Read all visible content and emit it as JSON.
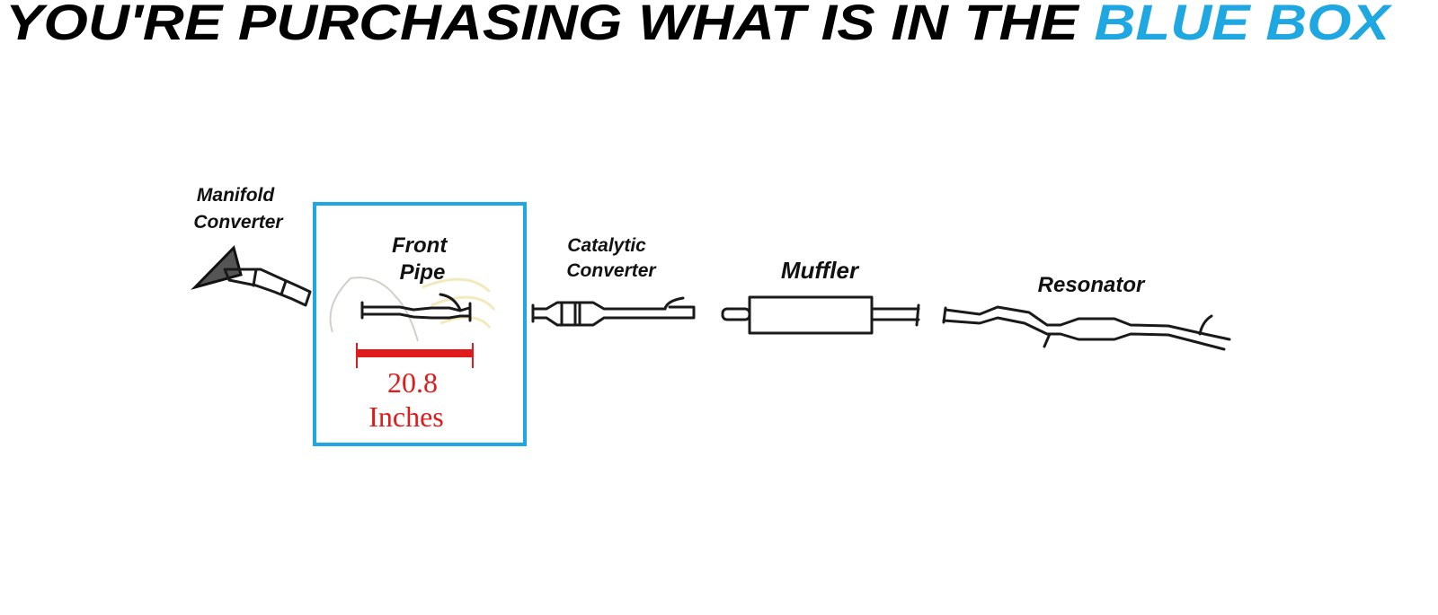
{
  "header": {
    "title_main": "YOU'RE PURCHASING WHAT IS IN THE ",
    "title_highlight": "BLUE BOX"
  },
  "colors": {
    "highlight": "#1ea7e1",
    "box": "#1ea7e1",
    "measure": "#e01b1b",
    "text": "#111111"
  },
  "parts": {
    "manifold": [
      "Manifold",
      "Converter"
    ],
    "front_pipe": [
      "Front",
      "Pipe"
    ],
    "catalytic": [
      "Catalytic",
      "Converter"
    ],
    "muffler": "Muffler",
    "resonator": "Resonator"
  },
  "measurement": {
    "value": "20.8",
    "unit": "Inches"
  }
}
